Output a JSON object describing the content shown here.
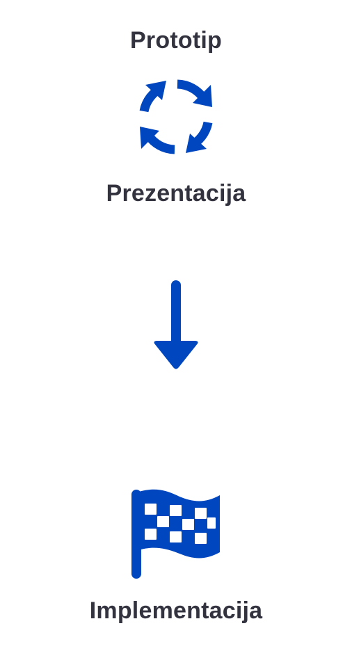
{
  "steps": [
    {
      "label": "Prototip"
    },
    {
      "label": "Prezentacija"
    },
    {
      "label": "Implementacija"
    }
  ],
  "icons": {
    "cycle": "cycle-arrows-icon",
    "arrow": "arrow-down-icon",
    "flag": "checkered-flag-icon"
  },
  "colors": {
    "accent": "#0046be",
    "text": "#33333f",
    "background": "#ffffff"
  }
}
